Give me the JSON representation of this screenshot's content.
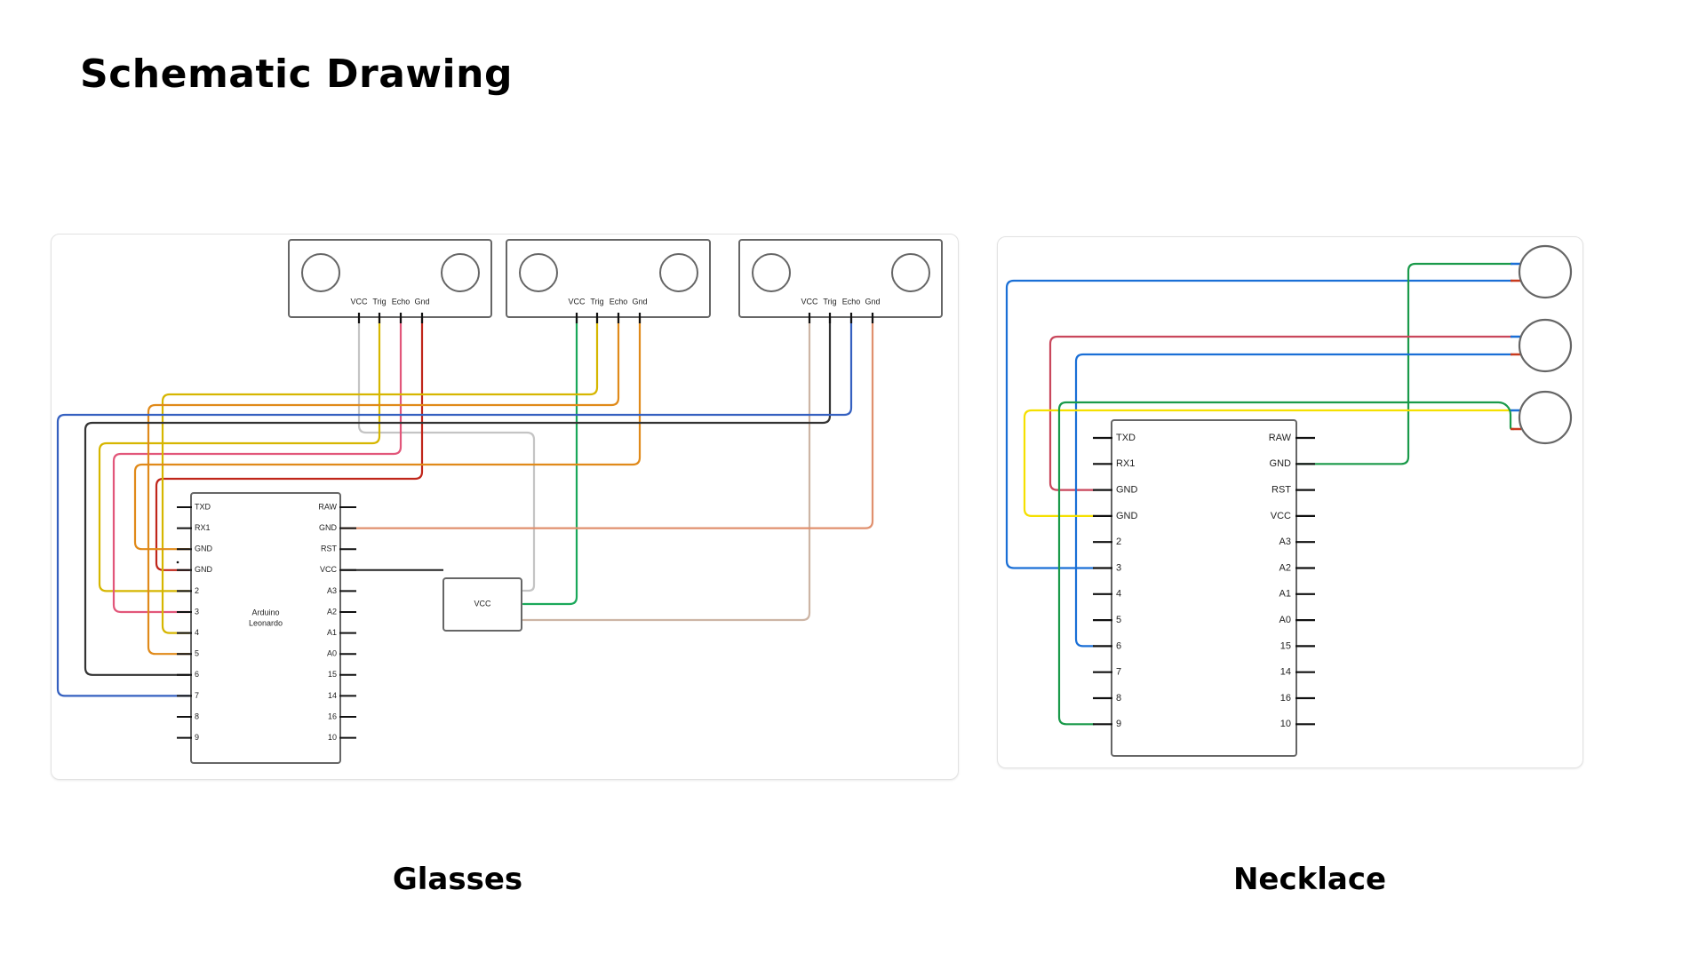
{
  "page": {
    "title": "Schematic Drawing",
    "captions": {
      "glasses": "Glasses",
      "necklace": "Necklace"
    }
  },
  "glasses": {
    "sensors": [
      {
        "pins": [
          "VCC",
          "Trig",
          "Echo",
          "Gnd"
        ]
      },
      {
        "pins": [
          "VCC",
          "Trig",
          "Echo",
          "Gnd"
        ]
      },
      {
        "pins": [
          "VCC",
          "Trig",
          "Echo",
          "Gnd"
        ]
      }
    ],
    "board": {
      "name_line1": "Arduino",
      "name_line2": "Leonardo",
      "left_pins": [
        "TXD",
        "RX1",
        "GND",
        "GND",
        "2",
        "3",
        "4",
        "5",
        "6",
        "7",
        "8",
        "9"
      ],
      "right_pins": [
        "RAW",
        "GND",
        "RST",
        "VCC",
        "A3",
        "A2",
        "A1",
        "A0",
        "15",
        "14",
        "16",
        "10"
      ]
    },
    "power_box": {
      "label": "VCC"
    },
    "wire_colors": {
      "grey": "#c4c4c4",
      "yellow": "#d6b600",
      "pink": "#e2567a",
      "red": "#c0261a",
      "green": "#1aa85a",
      "orange": "#e08a1a",
      "tan": "#cdb5a5",
      "black": "#333333",
      "blue": "#3560c0",
      "salmon": "#e0906e"
    },
    "connections": [
      {
        "from": "Sensor 1 VCC",
        "to": "VCC box",
        "color": "grey"
      },
      {
        "from": "Sensor 1 Trig",
        "to": "Pin 2",
        "color": "yellow"
      },
      {
        "from": "Sensor 1 Echo",
        "to": "Pin 3",
        "color": "pink"
      },
      {
        "from": "Sensor 1 Gnd",
        "to": "GND (left, 2nd)",
        "color": "red"
      },
      {
        "from": "Sensor 2 VCC",
        "to": "VCC box",
        "color": "green"
      },
      {
        "from": "Sensor 2 Trig",
        "to": "Pin 4",
        "color": "yellow"
      },
      {
        "from": "Sensor 2 Echo",
        "to": "Pin 5",
        "color": "orange"
      },
      {
        "from": "Sensor 2 Gnd",
        "to": "GND (left, 1st)",
        "color": "orange"
      },
      {
        "from": "Sensor 3 VCC",
        "to": "VCC box",
        "color": "tan"
      },
      {
        "from": "Sensor 3 Trig",
        "to": "Pin 6",
        "color": "black"
      },
      {
        "from": "Sensor 3 Echo",
        "to": "Pin 7",
        "color": "blue"
      },
      {
        "from": "Sensor 3 Gnd",
        "to": "GND (right)",
        "color": "salmon"
      },
      {
        "from": "VCC (right)",
        "to": "VCC box",
        "color": "black"
      }
    ]
  },
  "necklace": {
    "board": {
      "left_pins": [
        "TXD",
        "RX1",
        "GND",
        "GND",
        "2",
        "3",
        "4",
        "5",
        "6",
        "7",
        "8",
        "9"
      ],
      "right_pins": [
        "RAW",
        "GND",
        "RST",
        "VCC",
        "A3",
        "A2",
        "A1",
        "A0",
        "15",
        "14",
        "16",
        "10"
      ]
    },
    "motor_count": 3,
    "wire_colors": {
      "blue": "#1a6fd6",
      "red": "#c9475c",
      "green": "#1a9a4a",
      "yellow": "#f5e000",
      "lead_pos": "#1a6fd6",
      "lead_neg": "#c83a1e"
    },
    "connections": [
      {
        "from": "Pin 3",
        "to": "Motor 1 -",
        "color": "blue"
      },
      {
        "from": "GND (right)",
        "to": "Motor 1 +",
        "color": "green"
      },
      {
        "from": "GND (left, 1st)",
        "to": "Motor 2 +",
        "color": "red"
      },
      {
        "from": "Pin 6",
        "to": "Motor 2 -",
        "color": "blue"
      },
      {
        "from": "GND (left, 2nd)",
        "to": "Motor 3 +",
        "color": "yellow"
      },
      {
        "from": "Pin 9",
        "to": "Motor 3 -",
        "color": "green"
      }
    ]
  }
}
